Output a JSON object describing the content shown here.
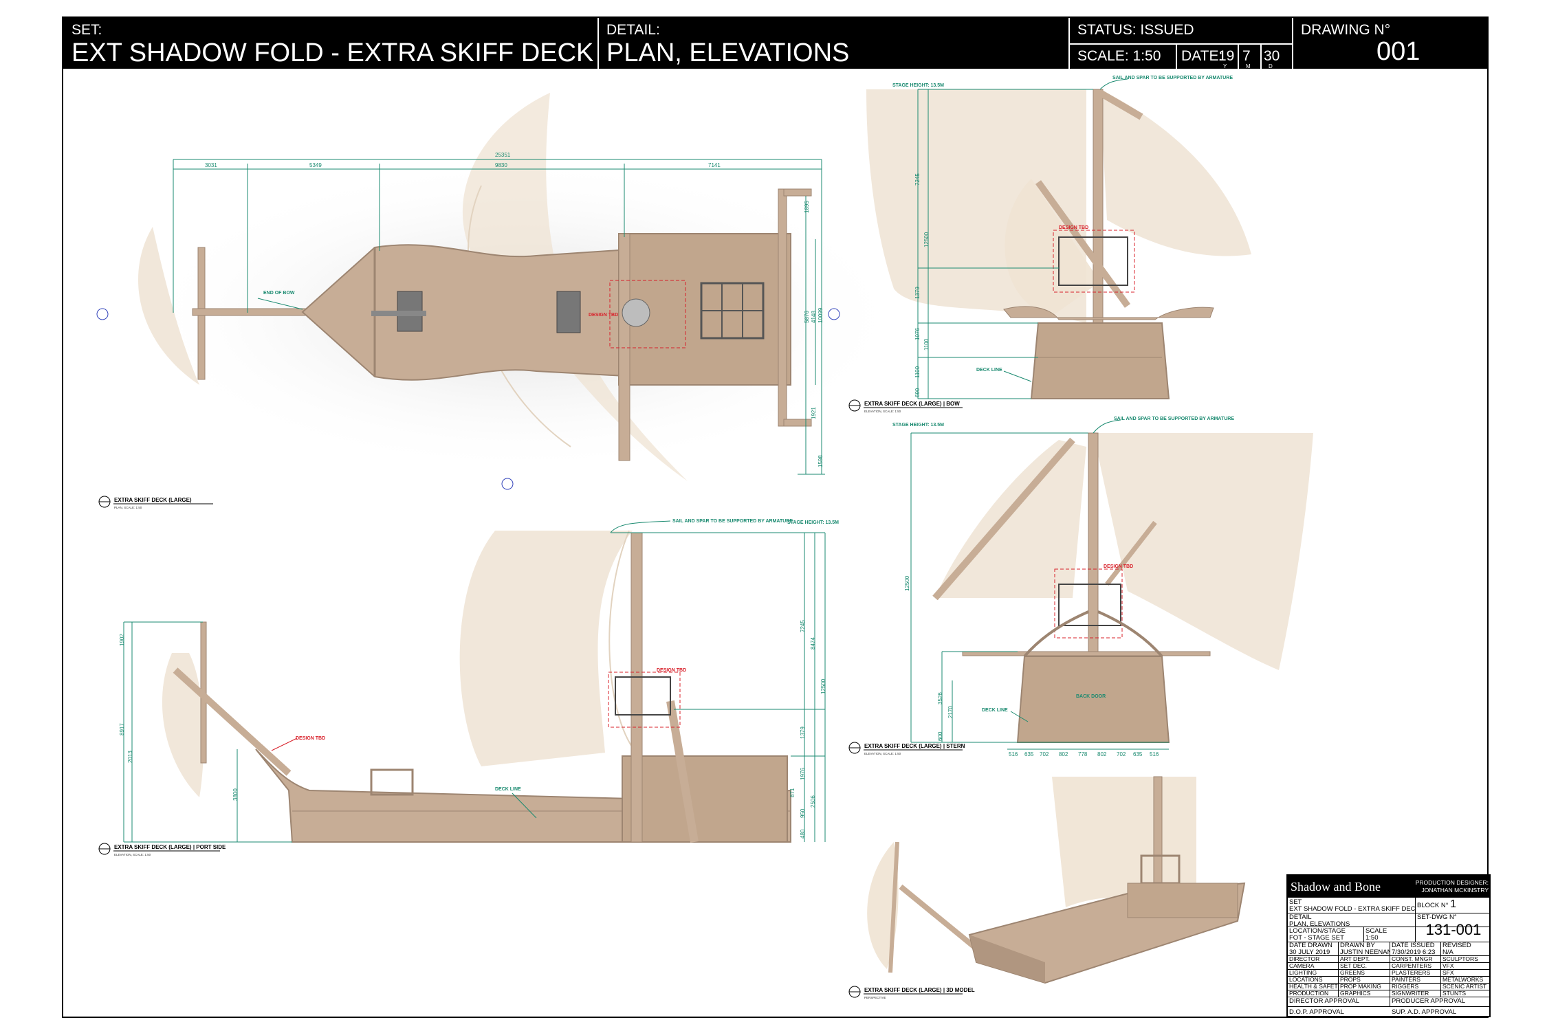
{
  "header": {
    "set_label": "SET:",
    "set_value": "EXT SHADOW FOLD - EXTRA SKIFF DECK",
    "detail_label": "DETAIL:",
    "detail_value": "PLAN, ELEVATIONS",
    "status": "STATUS: ISSUED",
    "scale": "SCALE: 1:50",
    "date_label": "DATE:",
    "date_y": "19",
    "date_m": "7",
    "date_d": "30",
    "date_y_key": "Y",
    "date_m_key": "M",
    "date_d_key": "D",
    "drawing_label": "DRAWING N°",
    "drawing_no": "001"
  },
  "plan_view": {
    "dims_top": [
      "25351",
      "3031",
      "5349",
      "9830",
      "7141"
    ],
    "dims_right": [
      "1895",
      "5876",
      "4148",
      "10099",
      "1921",
      "1598"
    ],
    "note_bow": "END OF BOW",
    "design_tbd": "DESIGN TBD",
    "caption": "EXTRA SKIFF DECK (LARGE)",
    "caption_sub": "PLAN, SCALE: 1:50"
  },
  "port_view": {
    "note_sail": "SAIL AND SPAR TO BE SUPPORTED BY ARMATURE",
    "stage_height": "STAGE HEIGHT: 13.5M",
    "design_tbd_1": "DESIGN TBD",
    "design_tbd_2": "DESIGN TBD",
    "deck_line": "DECK LINE",
    "dims_right": [
      "7245",
      "8474",
      "12500",
      "1379",
      "1976",
      "871",
      "950",
      "2506",
      "480"
    ],
    "dims_left": [
      "1902",
      "8917",
      "2013",
      "3800"
    ],
    "caption": "EXTRA SKIFF DECK (LARGE) | PORT SIDE",
    "caption_sub": "ELEVATION, SCALE: 1:50"
  },
  "bow_view": {
    "stage_height": "STAGE HEIGHT: 13.5M",
    "note_sail": "SAIL AND SPAR TO BE SUPPORTED BY ARMATURE",
    "design_tbd": "DESIGN TBD",
    "deck_line": "DECK LINE",
    "dims_left": [
      "7245",
      "12500",
      "1379",
      "1076",
      "1100",
      "1100",
      "690"
    ],
    "caption": "EXTRA SKIFF DECK (LARGE) | BOW",
    "caption_sub": "ELEVATION, SCALE: 1:50"
  },
  "stern_view": {
    "stage_height": "STAGE HEIGHT: 13.5M",
    "note_sail": "SAIL AND SPAR TO BE SUPPORTED BY ARMATURE",
    "design_tbd": "DESIGN TBD",
    "deck_line": "DECK LINE",
    "back_door": "BACK DOOR",
    "dims_left": [
      "12500",
      "3526",
      "2170",
      "600"
    ],
    "dims_bottom": [
      "516",
      "635",
      "702",
      "802",
      "778",
      "802",
      "702",
      "635",
      "516"
    ],
    "caption": "EXTRA SKIFF DECK (LARGE) | STERN",
    "caption_sub": "ELEVATION, SCALE: 1:50"
  },
  "model_view": {
    "caption": "EXTRA SKIFF DECK (LARGE) | 3D MODEL",
    "caption_sub": "PERSPECTIVE"
  },
  "title_block": {
    "logo": "Shadow and Bone",
    "pd_label": "PRODUCTION DESIGNER:",
    "pd_name": "JONATHAN MCKINSTRY",
    "set_label": "SET",
    "set_value": "EXT SHADOW FOLD - EXTRA SKIFF DECK",
    "block_label": "BLOCK N°",
    "block_value": "1",
    "detail_label": "DETAIL",
    "detail_value": "PLAN, ELEVATIONS",
    "setdwg_label": "SET-DWG N°",
    "setdwg_value": "131-001",
    "location_label": "LOCATION/STAGE",
    "location_value": "FOT - STAGE SET",
    "scale_label": "SCALE",
    "scale_value": "1:50",
    "date_drawn_label": "DATE DRAWN",
    "date_drawn_value": "30 JULY 2019",
    "drawn_by_label": "DRAWN BY",
    "drawn_by_value": "JUSTIN NEENAN",
    "date_issued_label": "DATE ISSUED",
    "date_issued_value": "7/30/2019 6:23",
    "revised_label": "REVISED",
    "revised_value": "N/A",
    "depts": [
      [
        "DIRECTOR",
        "ART DEPT.",
        "CONST. MNGR",
        "SCULPTORS"
      ],
      [
        "CAMERA",
        "SET DEC.",
        "CARPENTERS",
        "VFX"
      ],
      [
        "LIGHTING",
        "GREENS",
        "PLASTERERS",
        "SFX"
      ],
      [
        "LOCATIONS",
        "PROPS",
        "PAINTERS",
        "METALWORKS"
      ],
      [
        "HEALTH & SAFETY",
        "PROP MAKING",
        "RIGGERS",
        "SCENIC ARTIST"
      ],
      [
        "PRODUCTION",
        "GRAPHICS",
        "SIGNWRITER",
        "STUNTS"
      ]
    ],
    "director_approval": "DIRECTOR APPROVAL",
    "producer_approval": "PRODUCER APPROVAL",
    "dop_approval": "D.O.P. APPROVAL",
    "sup_ad_approval": "SUP. A.D. APPROVAL"
  },
  "colors": {
    "wood": "#c7ad96",
    "wood_dark": "#9d8571",
    "sail": "#efe3d3",
    "dimension": "#1a8a70",
    "design_tbd": "#d8202a",
    "callout": "#3344bb"
  }
}
